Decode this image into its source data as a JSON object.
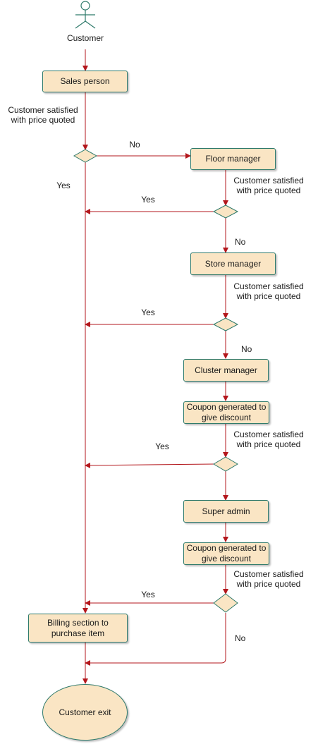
{
  "actor": {
    "label": "Customer"
  },
  "nodes": {
    "sales_person": "Sales person",
    "floor_manager": "Floor manager",
    "store_manager": "Store manager",
    "cluster_manager": "Cluster manager",
    "coupon_1": "Coupon generated to\ngive discount",
    "super_admin": "Super admin",
    "coupon_2": "Coupon generated to\ngive discount",
    "billing": "Billing section to\npurchase item",
    "customer_exit": "Customer exit"
  },
  "edge_labels": {
    "satisfied_1": "Customer satisfied\nwith price quoted",
    "no_1": "No",
    "yes_1": "Yes",
    "satisfied_2": "Customer satisfied\nwith price quoted",
    "yes_2": "Yes",
    "no_2": "No",
    "satisfied_3": "Customer satisfied\nwith price quoted",
    "yes_3": "Yes",
    "no_3": "No",
    "satisfied_4": "Customer satisfied\nwith price quoted",
    "yes_4": "Yes",
    "satisfied_5": "Customer satisfied\nwith price quoted",
    "yes_5": "Yes",
    "no_5": "No"
  },
  "colors": {
    "box_fill": "#fae5c4",
    "box_stroke": "#2f7a6b",
    "arrow": "#b3171c",
    "actor_stroke": "#2f7a6b"
  }
}
